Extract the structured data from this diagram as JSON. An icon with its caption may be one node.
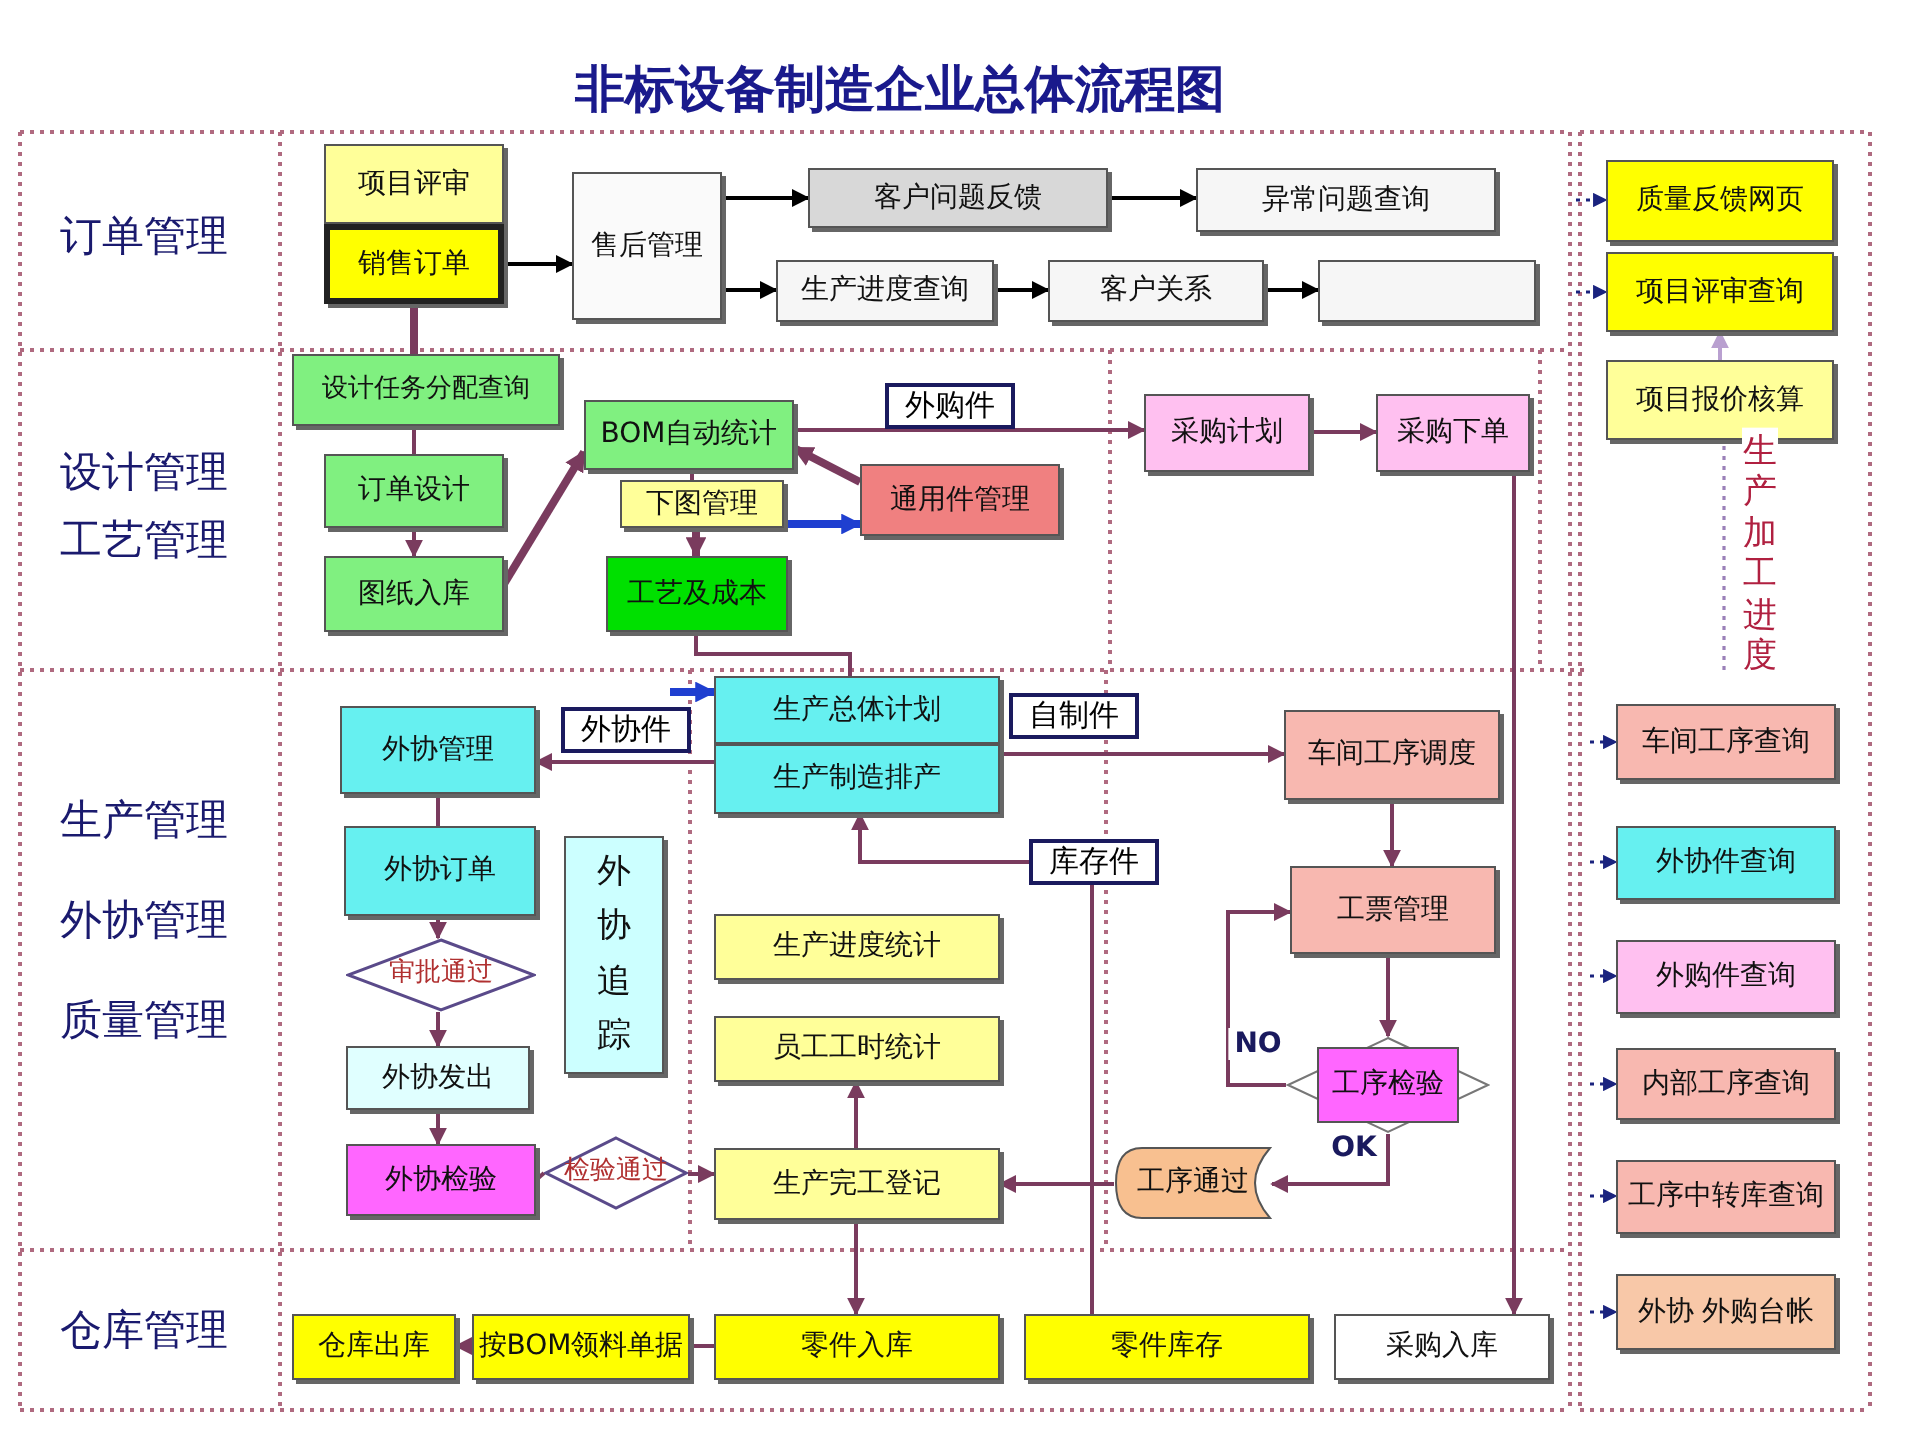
{
  "diagram": {
    "title": "非标设备制造企业总体流程图",
    "nodes": [
      {
        "text": [
          "项目评审"
        ]
      },
      {
        "text": [
          "销售订单"
        ]
      },
      {
        "text": [
          "售后管理"
        ]
      },
      {
        "text": [
          "客户问题反馈"
        ]
      },
      {
        "text": [
          "异常问题查询"
        ]
      },
      {
        "text": [
          "生产进度查询"
        ]
      },
      {
        "text": [
          "客户关系"
        ]
      },
      {
        "text": [],
        "shape": "box"
      },
      {
        "text": [
          "质量反馈网页"
        ]
      },
      {
        "text": [
          "项目评审查询"
        ]
      },
      {
        "text": [
          "设计任务分配查询"
        ]
      },
      {
        "text": [
          "BOM自动统计"
        ]
      },
      {
        "text": [
          "下图管理"
        ]
      },
      {
        "text": [
          "通用件管理"
        ]
      },
      {
        "text": [
          "订单设计"
        ]
      },
      {
        "text": [
          "图纸入库"
        ]
      },
      {
        "text": [
          "工艺及成本"
        ]
      },
      {
        "text": [
          "采购计划"
        ]
      },
      {
        "text": [
          "采购下单"
        ]
      },
      {
        "text": [
          "项目报价核算"
        ]
      },
      {
        "text": [
          "生产总体计划"
        ]
      },
      {
        "text": [
          "生产制造排产"
        ]
      },
      {
        "text": [
          "外协管理"
        ]
      },
      {
        "text": [
          "车间工序调度"
        ]
      },
      {
        "text": [
          "车间工序查询"
        ]
      },
      {
        "text": [
          "外协订单"
        ]
      },
      {
        "text": [
          "外协追踪"
        ]
      },
      {
        "text": [
          "审批通过"
        ]
      },
      {
        "text": [
          "工票管理"
        ]
      },
      {
        "text": [
          "外协件查询"
        ]
      },
      {
        "text": [
          "生产进度统计"
        ]
      },
      {
        "text": [
          "外购件查询"
        ]
      },
      {
        "text": [
          "外协发出"
        ]
      },
      {
        "text": [
          "员工工时统计"
        ]
      },
      {
        "text": [
          "工序检验"
        ]
      },
      {
        "text": [
          "内部工序查询"
        ]
      },
      {
        "text": [
          "外协检验"
        ]
      },
      {
        "text": [
          "检验通过"
        ]
      },
      {
        "text": [
          "生产完工登记"
        ]
      },
      {
        "text": [
          "工序通过"
        ]
      },
      {
        "text": [
          "工序中转库查询"
        ]
      },
      {
        "text": [
          "仓库出库"
        ]
      },
      {
        "text": [
          "按BOM领料单据"
        ]
      },
      {
        "text": [
          "零件入库"
        ]
      },
      {
        "text": [
          "零件库存"
        ]
      },
      {
        "text": [
          "采购入库"
        ]
      },
      {
        "text": [
          "外协 外购台帐"
        ]
      }
    ],
    "edges": [
      {
        "from": 1,
        "to": 2,
        "arrow": "to",
        "color": "#000000"
      },
      {
        "from": 2,
        "to": 3,
        "arrow": "to",
        "color": "#000000"
      },
      {
        "from": 2,
        "to": 5,
        "arrow": "to",
        "color": "#000000"
      },
      {
        "from": 3,
        "to": 4,
        "arrow": "to",
        "color": "#000000"
      },
      {
        "from": 5,
        "to": 6,
        "arrow": "to",
        "color": "#000000"
      },
      {
        "from": 6,
        "to": 7,
        "arrow": "to",
        "color": "#000000"
      },
      {
        "from": null,
        "to": 8,
        "arrow": "to",
        "style": "dashed",
        "color": "#1a237e"
      },
      {
        "from": null,
        "to": 9,
        "arrow": "to",
        "style": "dashed",
        "color": "#1a237e"
      },
      {
        "from": 19,
        "to": 9,
        "arrow": "to",
        "color": "#b9a0d0"
      },
      {
        "from": null,
        "to": 19,
        "arrow": "none",
        "style": "dashed",
        "color": "#9a80b8",
        "label": "生产加工进度"
      },
      {
        "from": 1,
        "to": 10,
        "arrow": "none",
        "style": "thick"
      },
      {
        "from": 10,
        "to": 14,
        "arrow": "none"
      },
      {
        "from": 14,
        "to": 15,
        "arrow": "to"
      },
      {
        "from": 15,
        "to": 11,
        "arrow": "to",
        "style": "thick"
      },
      {
        "from": 13,
        "to": 11,
        "arrow": "to",
        "style": "thick"
      },
      {
        "from": 11,
        "to": 12,
        "arrow": "none"
      },
      {
        "from": 12,
        "to": 16,
        "arrow": "to",
        "style": "thick"
      },
      {
        "from": 12,
        "to": 13,
        "arrow": "to",
        "style": "thick",
        "color": "#1f3fd0"
      },
      {
        "from": null,
        "to": 20,
        "arrow": "to",
        "style": "thick",
        "color": "#1f3fd0"
      },
      {
        "from": 11,
        "to": 17,
        "arrow": "to",
        "label": "外购件"
      },
      {
        "from": 17,
        "to": 18,
        "arrow": "to"
      },
      {
        "from": 18,
        "to": 45,
        "arrow": "to"
      },
      {
        "from": 16,
        "to": 20,
        "arrow": "none"
      },
      {
        "from": 21,
        "to": 22,
        "arrow": "to",
        "label": "外协件"
      },
      {
        "from": 21,
        "to": 23,
        "arrow": "to",
        "label": "自制件"
      },
      {
        "from": 44,
        "to": 21,
        "arrow": "to",
        "label": "库存件"
      },
      {
        "from": 22,
        "to": 25,
        "arrow": "none"
      },
      {
        "from": 25,
        "to": 27,
        "arrow": "to"
      },
      {
        "from": 27,
        "to": 32,
        "arrow": "to"
      },
      {
        "from": 32,
        "to": 36,
        "arrow": "to"
      },
      {
        "from": 36,
        "to": 37,
        "arrow": "none"
      },
      {
        "from": 37,
        "to": 38,
        "arrow": "to"
      },
      {
        "from": 23,
        "to": 28,
        "arrow": "to"
      },
      {
        "from": 28,
        "to": 34,
        "arrow": "to"
      },
      {
        "from": 34,
        "to": 28,
        "arrow": "to",
        "label": "NO"
      },
      {
        "from": 34,
        "to": 39,
        "arrow": "to",
        "label": "OK"
      },
      {
        "from": 39,
        "to": 38,
        "arrow": "to"
      },
      {
        "from": 38,
        "to": 33,
        "arrow": "to"
      },
      {
        "from": 38,
        "to": 43,
        "arrow": "to"
      },
      {
        "from": 43,
        "to": 42,
        "arrow": "none"
      },
      {
        "from": 42,
        "to": 41,
        "arrow": "to"
      },
      {
        "from": null,
        "to": 24,
        "arrow": "to",
        "style": "dashed",
        "color": "#1a237e"
      },
      {
        "from": null,
        "to": 29,
        "arrow": "to",
        "style": "dashed",
        "color": "#1a237e"
      },
      {
        "from": null,
        "to": 31,
        "arrow": "to",
        "style": "dashed",
        "color": "#1a237e"
      },
      {
        "from": null,
        "to": 35,
        "arrow": "to",
        "style": "dashed",
        "color": "#1a237e"
      },
      {
        "from": null,
        "to": 40,
        "arrow": "to",
        "style": "dashed",
        "color": "#1a237e"
      },
      {
        "from": null,
        "to": 46,
        "arrow": "to",
        "style": "dashed",
        "color": "#1a237e"
      }
    ],
    "labels": [
      "订单管理",
      "设计管理",
      "工艺管理",
      "生产管理",
      "外协管理",
      "质量管理",
      "仓库管理"
    ]
  }
}
